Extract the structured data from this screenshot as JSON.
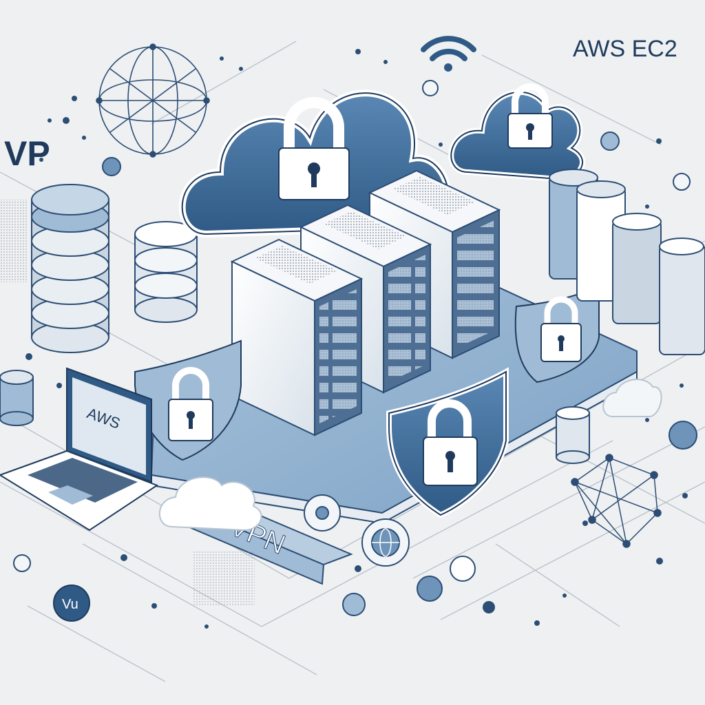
{
  "labels": {
    "corner_title": "AWS EC2",
    "left_fragment": "VP",
    "vpn_tunnel": "VPN",
    "laptop_screen": "AWS",
    "node_badge": "Vu"
  },
  "colors": {
    "background": "#eef0f2",
    "primary_blue": "#3f6e9b",
    "dark_navy": "#1f3a5c",
    "light_blue": "#9dbcd9",
    "line_gray": "#8a97a6",
    "white": "#ffffff"
  },
  "icons": [
    "cloud-lock-icon",
    "shield-lock-icon",
    "server-rack-icon",
    "database-icon",
    "laptop-icon",
    "wifi-icon",
    "globe-icon",
    "network-mesh-icon"
  ]
}
